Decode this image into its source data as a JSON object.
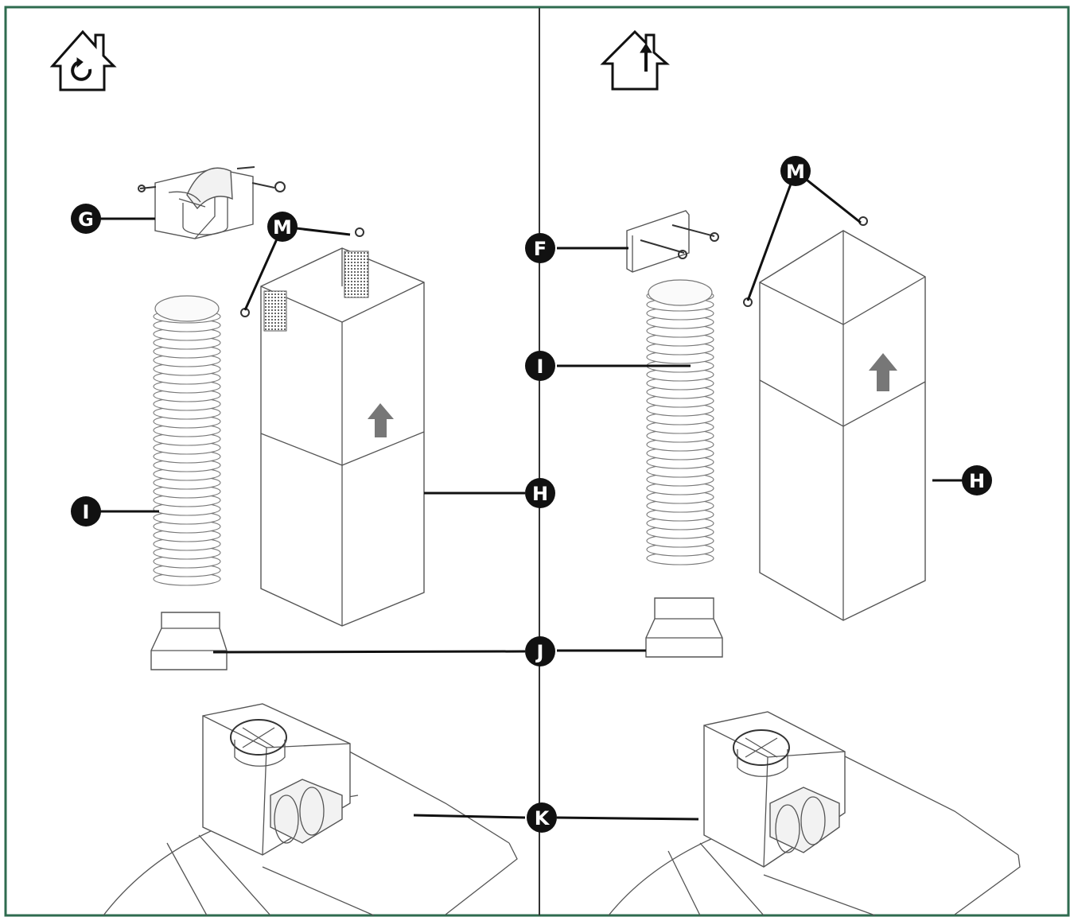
{
  "colors": {
    "frame": "#2e6b4f",
    "divider": "#333333",
    "callout": "#111111",
    "callout_text": "#ffffff",
    "arrow": "#777777"
  },
  "panels": [
    {
      "mode_icon": "house-recirculation-icon",
      "labels": {
        "G": "G",
        "M": "M",
        "I": "I",
        "H": "H",
        "J": "J",
        "K": "K"
      }
    },
    {
      "mode_icon": "house-extraction-icon",
      "labels": {
        "M": "M",
        "F": "F",
        "I": "I",
        "H": "H"
      }
    }
  ]
}
